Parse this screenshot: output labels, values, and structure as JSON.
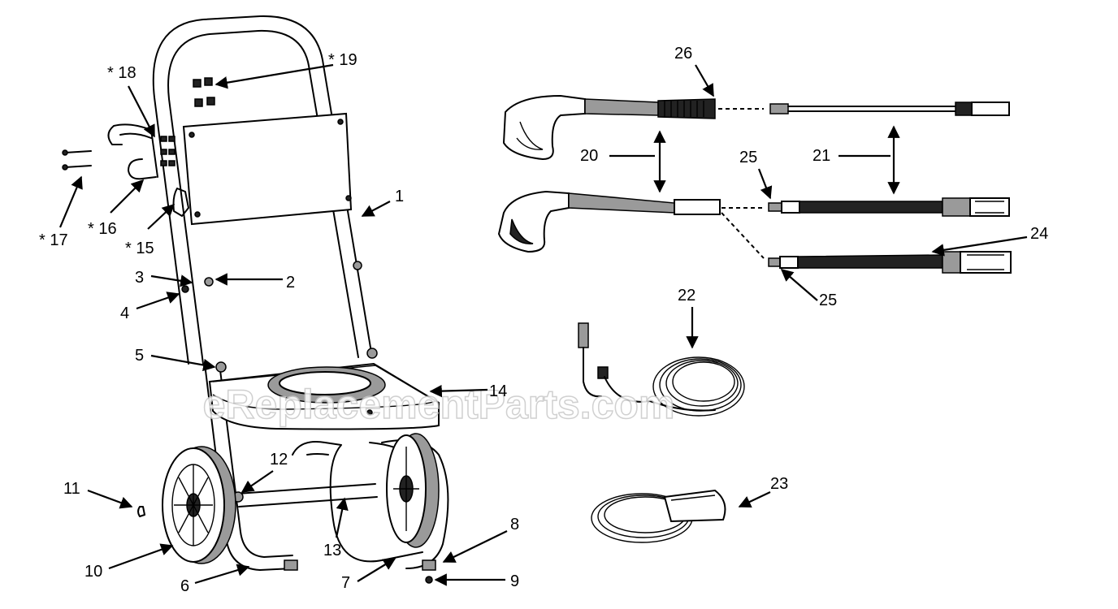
{
  "diagram": {
    "watermark": "eReplacementParts.com",
    "callouts": {
      "c1": "1",
      "c2": "2",
      "c3": "3",
      "c4": "4",
      "c5": "5",
      "c6": "6",
      "c7": "7",
      "c8": "8",
      "c9": "9",
      "c10": "10",
      "c11": "11",
      "c12": "12",
      "c13": "13",
      "c14": "14",
      "c15": "* 15",
      "c16": "* 16",
      "c17": "* 17",
      "c18": "* 18",
      "c19": "* 19",
      "c20": "20",
      "c21": "21",
      "c22": "22",
      "c23": "23",
      "c24": "24",
      "c25a": "25",
      "c25b": "25",
      "c26": "26"
    }
  }
}
